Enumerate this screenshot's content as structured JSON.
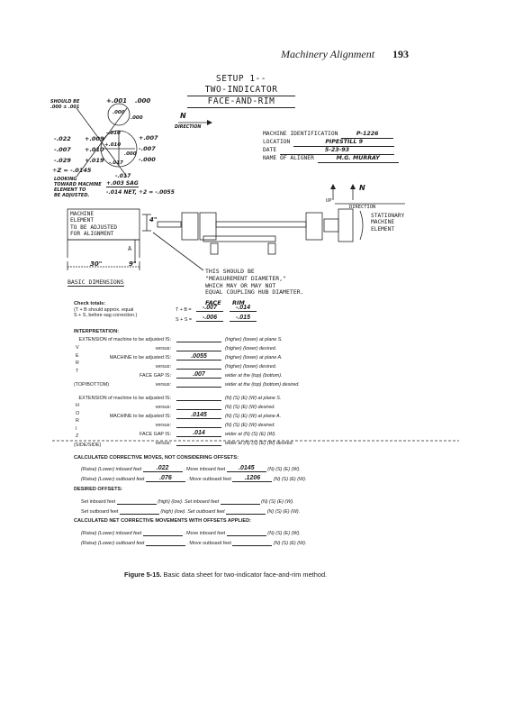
{
  "header": {
    "title": "Machinery Alignment",
    "page_number": "193"
  },
  "setup": {
    "line1": "SETUP 1--",
    "line2": "TWO-INDICATOR",
    "line3": "FACE-AND-RIM"
  },
  "handnote": {
    "should_be": "SHOULD BE",
    "should_be_value": ".000 ± .001",
    "top_left": "+.001",
    "top_right": ".000",
    "n_label": "N",
    "direction_label": "DIRECTION",
    "left_col": [
      "-.022",
      "-.007",
      "-.029"
    ],
    "mid_col": [
      "+.009",
      "+.010",
      "+.019"
    ],
    "circle1": [
      ".000",
      ".000"
    ],
    "circle2": [
      "-.010",
      "+.010",
      ".000",
      "-.017"
    ],
    "right_col": [
      "+.007",
      "-.007",
      "-.000"
    ],
    "z_eq": "÷Z = -.0145",
    "looking": [
      "LOOKING",
      "TOWARD MACHINE",
      "ELEMENT TO",
      "BE ADJUSTED."
    ],
    "sag1": "-.017",
    "sag2": "+.003 SAG",
    "net": "-.014 NET, ÷2 = -.0055"
  },
  "machine": {
    "id_label": "MACHINE IDENTIFICATION",
    "id_value": "P-1226",
    "location_label": "LOCATION",
    "location_value": "PIPESTILL 9",
    "date_label": "DATE",
    "date_value": "5-23-93",
    "aligner_label": "NAME OF ALIGNER",
    "aligner_value": "M.G. MURRAY"
  },
  "direction": {
    "up": "UP",
    "n": "N",
    "label": "DIRECTION"
  },
  "diagram": {
    "left_box": [
      "MACHINE",
      "ELEMENT",
      "TO BE ADJUSTED",
      "FOR ALIGNMENT"
    ],
    "right_box": [
      "STATIONARY",
      "MACHINE",
      "ELEMENT"
    ],
    "dim_4": "4\"",
    "dim_a": "A",
    "dim_30": "30\"",
    "dim_9": "9\"",
    "basic_dims": "BASIC DIMENSIONS",
    "note": [
      "THIS SHOULD BE",
      "\"MEASUREMENT DIAMETER,\"",
      "WHICH MAY OR MAY NOT",
      "EQUAL COUPLING HUB DIAMETER."
    ]
  },
  "check": {
    "label": "Check totals:",
    "line1": "(T + B should approx. equal",
    "line2": "S + S, before sag correction.)",
    "face": "FACE",
    "rim": "RIM",
    "tb": "T + B =",
    "ss": "S + S =",
    "tb_face": "-.007",
    "tb_rim": "-.014",
    "ss_face": "-.006",
    "ss_rim": "-.015"
  },
  "interpretation": {
    "title": "INTERPRETATION:",
    "vert_letters": [
      "V",
      "E",
      "R",
      "T"
    ],
    "horiz_letters": [
      "H",
      "O",
      "R",
      "I",
      "Z"
    ],
    "vert_rows": [
      {
        "label": "EXTENSION of machine to be adjusted IS:",
        "value": "",
        "right": "(higher) (lower) at plane S."
      },
      {
        "label": "versus:",
        "value": "",
        "right": "(higher) (lower) desired."
      },
      {
        "label": "MACHINE to be adjusted IS:",
        "value": ".0055",
        "right": "(higher) (lower) at plane A."
      },
      {
        "label": "versus:",
        "value": "",
        "right": "(higher) (lower) desired."
      },
      {
        "label": "FACE GAP IS:",
        "value": ".007",
        "right": "wider at the (top) (bottom)."
      },
      {
        "label": "versus:",
        "value": "",
        "right": "wider at the (top) (bottom) desired."
      }
    ],
    "vert_footer": "(TOP/BOTTOM)",
    "horiz_rows": [
      {
        "label": "EXTENSION of machine to be adjusted IS:",
        "value": "",
        "right": "(N) (S) (E) (W) at plane S."
      },
      {
        "label": "versus:",
        "value": "",
        "right": "(N) (S) (E) (W) desired."
      },
      {
        "label": "MACHINE to be adjusted IS:",
        "value": ".0145",
        "right": "(N) (S) (E) (W) at plane A."
      },
      {
        "label": "versus:",
        "value": "",
        "right": "(N) (S) (E) (W) desired."
      },
      {
        "label": "FACE GAP IS:",
        "value": ".014",
        "right": "wider at (N) (S) (E) (W)."
      },
      {
        "label": "versus:",
        "value": "",
        "right": "wider at (N) (S) (E) (W) desired."
      }
    ],
    "horiz_footer": "(SIDE/SIDE)"
  },
  "corrective": {
    "title": "CALCULATED CORRECTIVE MOVES, NOT CONSIDERING OFFSETS:",
    "row1": {
      "lead": "(Raise) (Lower) inboard feet",
      "value": ".022",
      "mid": ". Move inboard feet",
      "value2": ".0145",
      "right": "(N) (S) (E) (W)."
    },
    "row2": {
      "lead": "(Raise) (Lower) outboard feet",
      "value": ".076",
      "mid": ". Move outboard feet",
      "value2": ".1206",
      "right": "(N) (S) (E) (W)."
    }
  },
  "offsets": {
    "title": "DESIRED OFFSETS:",
    "row1": {
      "lead": "Set inboard feet",
      "mid": "(high) (low). Set inboard feet",
      "right": "(N) (S) (E) (W)."
    },
    "row2": {
      "lead": "Set outboard feet",
      "mid": "(high) (low). Set outboard feet",
      "right": "(N) (S) (E) (W)."
    }
  },
  "net": {
    "title": "CALCULATED NET CORRECTIVE MOVEMENTS WITH OFFSETS APPLIED:",
    "row1": {
      "lead": "(Raise) (Lower) inboard feet",
      "mid": ". Move inboard feet",
      "right": "(N) (S) (E) (W)."
    },
    "row2": {
      "lead": "(Raise) (Lower) outboard feet",
      "mid": ". Move outboard feet",
      "right": "(N) (S) (E) (W)."
    }
  },
  "caption": {
    "label": "Figure 5-15.",
    "text": "Basic data sheet for two-indicator face-and-rim method."
  }
}
